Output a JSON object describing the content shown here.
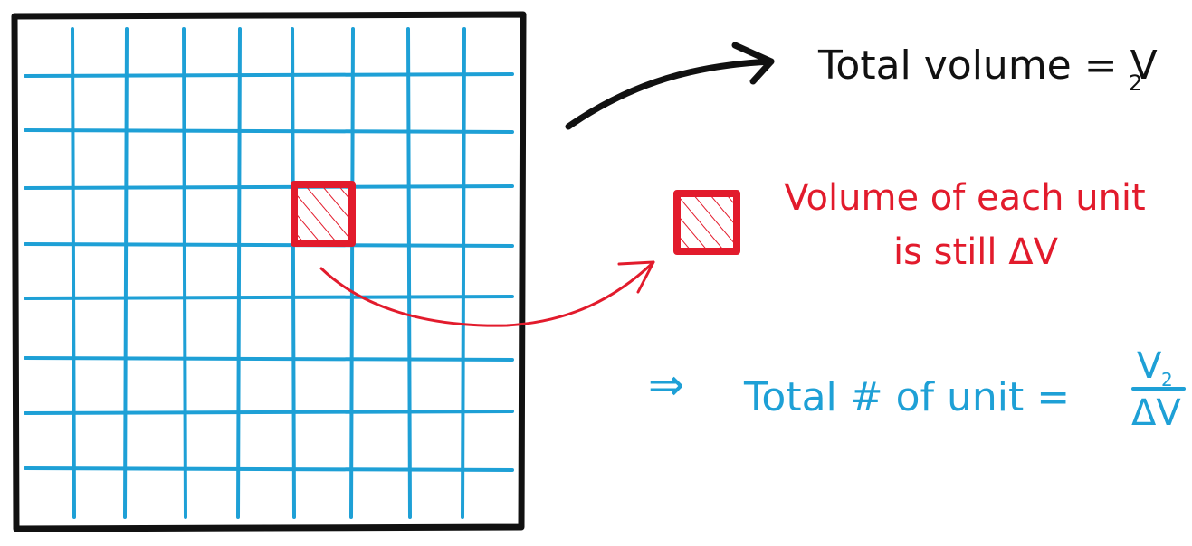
{
  "colors": {
    "ink": "#111111",
    "grid": "#1ea0d6",
    "highlight": "#e21b2c",
    "background": "#ffffff"
  },
  "grid": {
    "columns": 9,
    "rows": 9,
    "highlighted_cell": {
      "column": 5,
      "row": 3
    }
  },
  "labels": {
    "total_volume_text": "Total volume = V",
    "total_volume_subscript": "2",
    "unit_volume_line1": "Volume of each unit",
    "unit_volume_line2": "is still ΔV",
    "implies_symbol": "⇒",
    "total_units_text": "Total # of unit =",
    "fraction_numerator": "V",
    "fraction_numerator_subscript": "2",
    "fraction_denominator": "ΔV"
  }
}
